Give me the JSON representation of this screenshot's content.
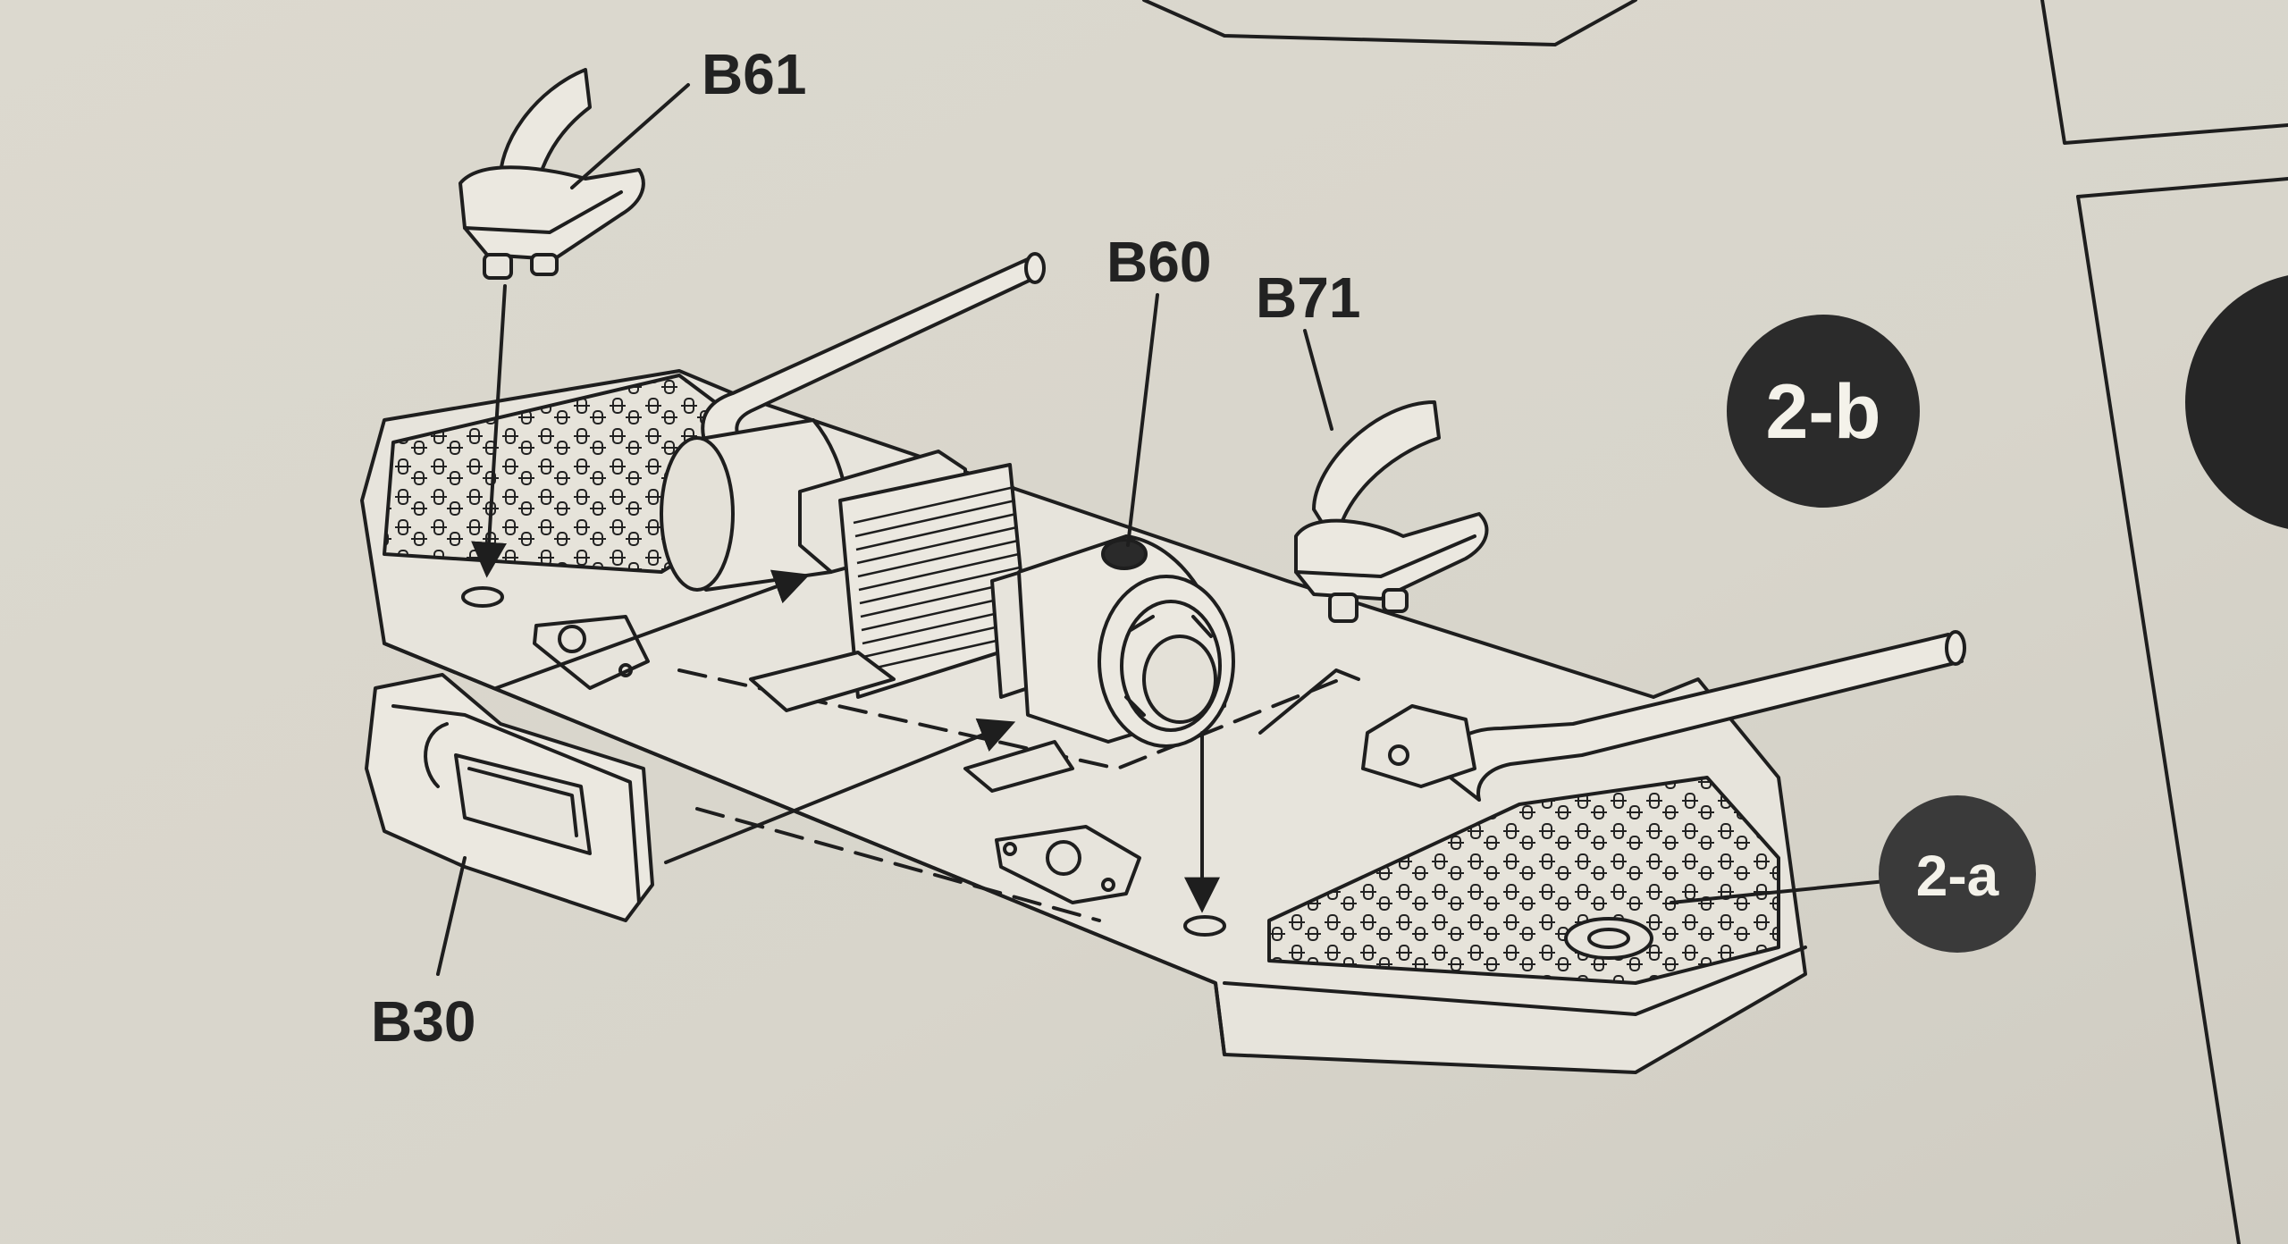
{
  "labels": {
    "b61": "B61",
    "b60": "B60",
    "b71": "B71",
    "b30": "B30"
  },
  "badges": {
    "step_2b": "2-b",
    "step_2a": "2-a"
  },
  "colors": {
    "paper": "#d9d6cc",
    "ink": "#1e1e1e",
    "badge_dark": "#2b2b2b",
    "badge_gray": "#3a3a3a",
    "part_fill": "#e7e4dc"
  }
}
